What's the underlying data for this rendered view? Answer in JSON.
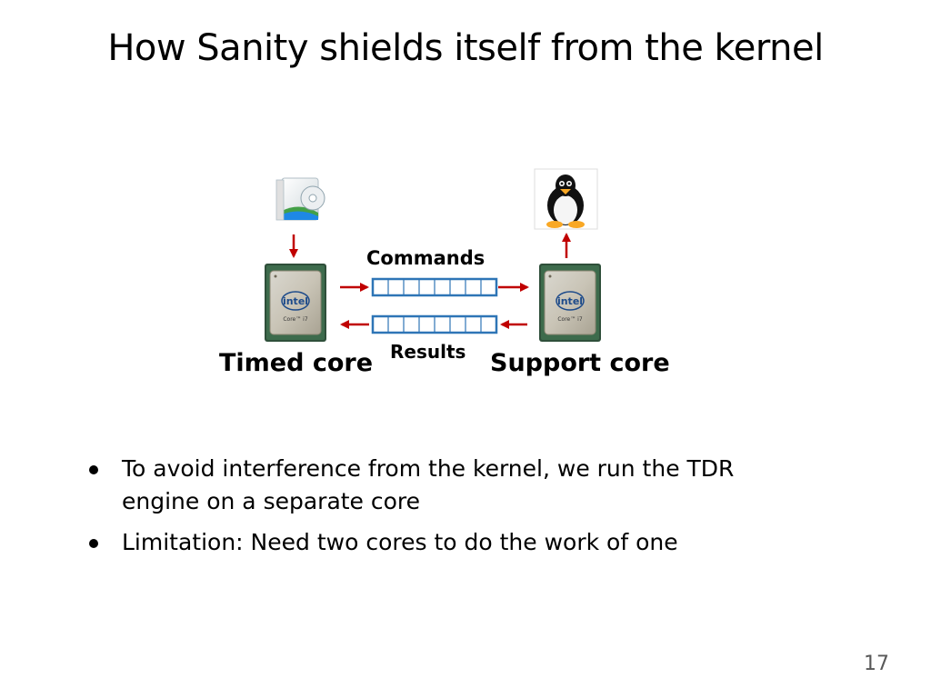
{
  "slide": {
    "title": "How Sanity shields itself from the kernel",
    "page_number": "17"
  },
  "diagram": {
    "timed_core_label": "Timed core",
    "support_core_label": "Support core",
    "commands_label": "Commands",
    "results_label": "Results",
    "chip_brand": "intel",
    "chip_model": "Core™ i7",
    "arrow_color": "#C00000",
    "queue_color": "#2E75B6",
    "queue_slots": 8,
    "icons": {
      "app": "software-box-icon",
      "os": "linux-penguin-icon",
      "cpu": "intel-core-i7-chip-icon"
    }
  },
  "bullets": [
    "To avoid interference from the kernel, we run the TDR engine on a separate core",
    "Limitation: Need two cores to do the work of one"
  ]
}
